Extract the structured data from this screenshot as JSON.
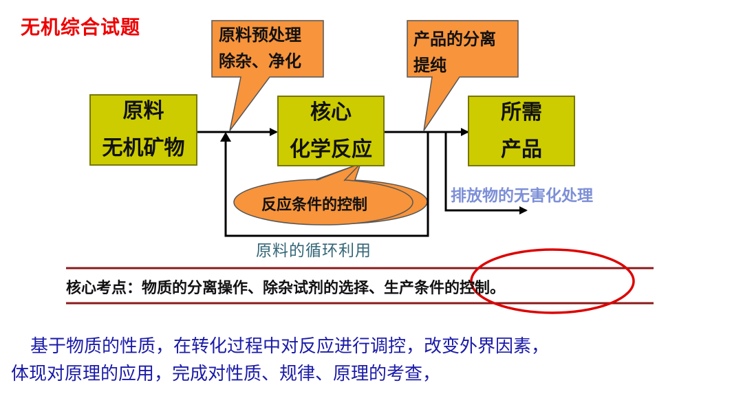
{
  "title": "无机综合试题",
  "boxes": {
    "raw": [
      "原料",
      "无机矿物"
    ],
    "core": [
      "核心",
      "化学反应"
    ],
    "product": [
      "所需",
      "产品"
    ]
  },
  "callouts": {
    "pretreat": [
      "原料预处理",
      "除杂、净化"
    ],
    "separation": [
      "产品的分离",
      "提纯"
    ]
  },
  "ellipse_label": "反应条件的控制",
  "exhaust_label": "排放物的无害化处理",
  "cycle_label": "原料的循环利用",
  "core_points": "核心考点：物质的分离操作、除杂试剂的选择、生产条件的控制。",
  "summary": {
    "line1": "基于物质的性质，在转化过程中对反应进行调控，改变外界因素，",
    "line2": "体现对原理的应用，完成对性质、规律、原理的考查，"
  },
  "colors": {
    "box_fill": "#cccc00",
    "callout_fill": "#f7943c",
    "title": "#ee0000",
    "summary_text": "#1a1aa8",
    "highlight_ring": "#dd0000"
  }
}
